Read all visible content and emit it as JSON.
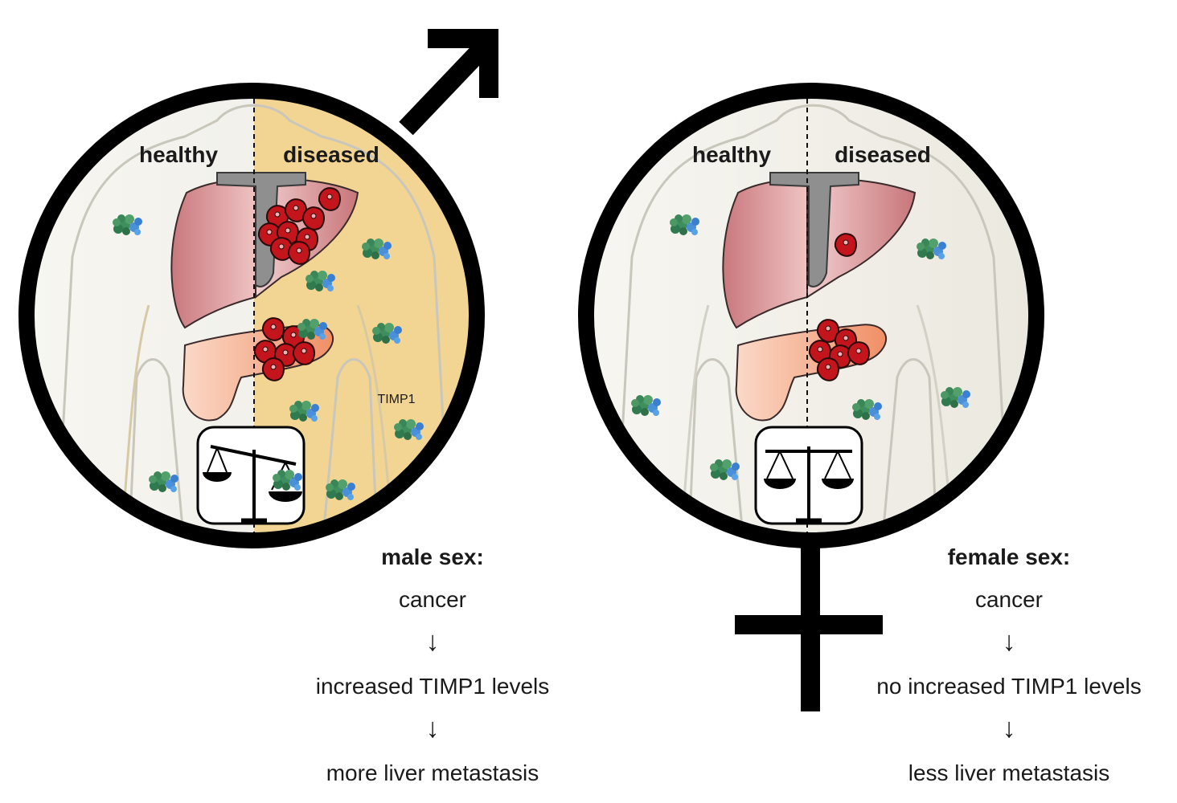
{
  "male": {
    "label_healthy": "healthy",
    "label_diseased": "diseased",
    "protein_label": "TIMP1",
    "heading": "male sex:",
    "step1": "cancer",
    "step2": "increased TIMP1 levels",
    "step3": "more liver metastasis",
    "balance_state": "tilted",
    "background_color": "#f2d593"
  },
  "female": {
    "label_healthy": "healthy",
    "label_diseased": "diseased",
    "heading": "female sex:",
    "step1": "cancer",
    "step2": "no increased TIMP1 levels",
    "step3": "less liver metastasis",
    "balance_state": "balanced",
    "background_color": "#eeece5"
  },
  "arrow_glyph": "↓",
  "colors": {
    "symbol": "#000000",
    "liver": "#d68a8e",
    "pancreas": "#f0a98a",
    "tumor": "#c4141c",
    "protein_green": "#3f8f5e",
    "protein_blue": "#4a90d9",
    "body_outline": "#c9c6bc"
  }
}
